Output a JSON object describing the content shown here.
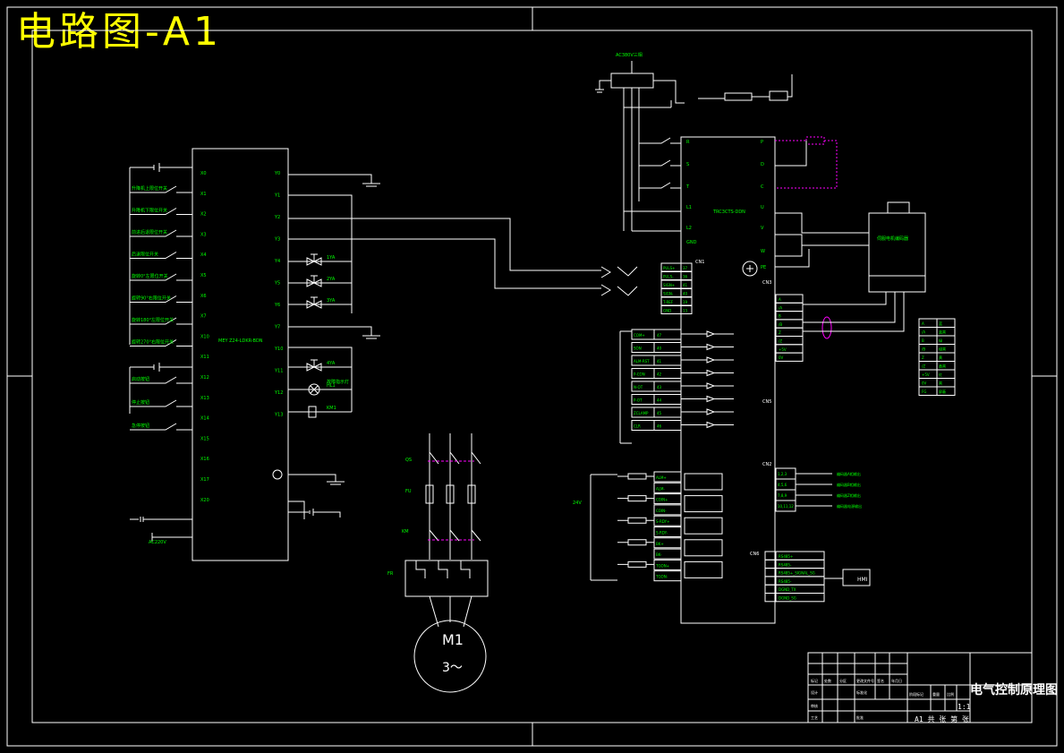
{
  "header": {
    "title": "电路图-A1"
  },
  "labels": {
    "plc_model": "MEY Z24-LDKR-BDN",
    "drive_model": "TRC3CTS-DDN",
    "motor_name": "M1",
    "motor_phase": "3～",
    "drive_ac_supply": "AC380V三相",
    "encoder_box": "伺服电机编码器",
    "lamp_label": "故障指示灯",
    "hmi_label": "HMI",
    "conn_cn1": "CN1",
    "conn_cn2": "CN2",
    "conn_cn3": "CN3",
    "conn_cn5": "CN5",
    "conn_cn6": "CN6",
    "breaker_qs": "QS",
    "fuse_fu": "FU",
    "contactor_km": "KM",
    "relay_fr": "FR",
    "dc24v": "24V",
    "ac220": "AC220V"
  },
  "plc_inputs": [
    "X0",
    "X1",
    "X2",
    "X3",
    "X4",
    "X5",
    "X6",
    "X7",
    "X10",
    "X11",
    "X12",
    "X13",
    "X14",
    "X15",
    "X16",
    "X17",
    "X20"
  ],
  "plc_outputs": [
    "Y0",
    "Y1",
    "Y2",
    "Y3",
    "Y4",
    "Y5",
    "Y6",
    "Y7",
    "Y10",
    "Y11",
    "Y12",
    "Y13"
  ],
  "switch_labels": [
    "升降机上限位开关",
    "升降机下限位开关",
    "前进后退限位开关",
    "后退限位开关",
    "旋转0°左限位开关",
    "旋转90°右限位开关",
    "旋转180°左限位开关",
    "旋转270°右限位开关",
    "启动按钮",
    "停止按钮",
    "急停按钮"
  ],
  "output_devices": [
    "1YA",
    "2YA",
    "3YA",
    "4YA",
    "HL1",
    "KM1"
  ],
  "drive_terminals_left": [
    "R",
    "S",
    "T",
    "L1",
    "L2",
    "GND"
  ],
  "drive_terminals_right": [
    "P",
    "D",
    "C",
    "U",
    "V",
    "W",
    "PE"
  ],
  "cn1_signals": [
    "PULS+",
    "PULS-",
    "SIGN+",
    "SIGN-",
    "T-REF",
    "GND"
  ],
  "cn1_pins": [
    "37",
    "36",
    "41",
    "40",
    "19",
    "13"
  ],
  "io_signals": [
    "COM+",
    "SON",
    "ALM-RST",
    "P-CON",
    "N-OT",
    "P-OT",
    "ZCLAMP",
    "CLR"
  ],
  "io_pins": [
    "47",
    "40",
    "41",
    "42",
    "43",
    "44",
    "45",
    "46"
  ],
  "out_signals": [
    "ALM+",
    "ALM-",
    "COIN+",
    "COIN-",
    "S-RDY+",
    "S-RDY-",
    "BK+",
    "BK-",
    "TGON+",
    "TGON-"
  ],
  "cn6_signals": [
    "RS485+",
    "RS485-",
    "RS485+_SIGNAL_SG",
    "RS485-",
    "DGND_TX",
    "DGND_SG"
  ],
  "encoder_pins": [
    "A",
    "/A",
    "B",
    "/B",
    "Z",
    "/Z",
    "+5V",
    "0V",
    "FG"
  ],
  "encoder_colors": [
    "蓝",
    "蓝黑",
    "绿",
    "绿黑",
    "黄",
    "黄黑",
    "红",
    "黑",
    "屏蔽"
  ],
  "cn3_rows": [
    "A",
    "/A",
    "B",
    "/B",
    "Z",
    "/Z",
    "+5V",
    "0V"
  ],
  "cn5_rows": [
    "1,2,3",
    "4,5,6",
    "7,8,9",
    "10,11,12"
  ],
  "cn5_labels": [
    "编码器A相输出",
    "编码器B相输出",
    "编码器Z相输出",
    "编码器电源输出"
  ],
  "title_block": {
    "drawing_title": "电气控制原理图",
    "scale": "1:1",
    "sheet": "A1  共  张  第  张",
    "rows": [
      "标记",
      "处数",
      "分区",
      "更改文件号",
      "签名",
      "年月日",
      "设计",
      "标准化",
      "审核",
      "工艺",
      "批准",
      "阶段标记",
      "重量",
      "比例"
    ]
  },
  "colors": {
    "line": "#ffffff",
    "text": "#00ff00",
    "title": "#ffff00",
    "accent": "#ff00ff",
    "bg": "#000000"
  }
}
